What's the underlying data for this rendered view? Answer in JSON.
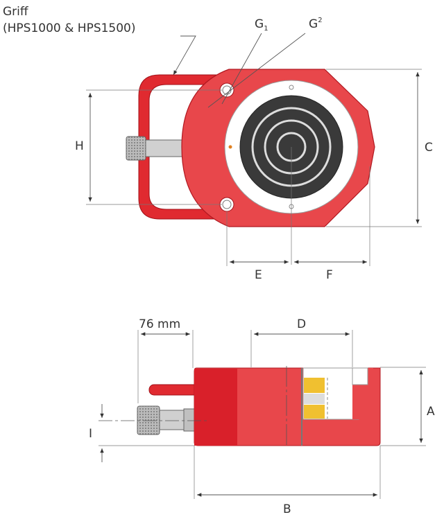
{
  "title": {
    "line1": "Griff",
    "line2": "(HPS1000 & HPS1500)"
  },
  "labels": {
    "g1": "G",
    "g1_sub": "1",
    "g2": "G",
    "g2_sup": "2",
    "H": "H",
    "C": "C",
    "E": "E",
    "F": "F",
    "D": "D",
    "A": "A",
    "B": "B",
    "I": "I",
    "width_76": "76 mm"
  },
  "colors": {
    "body": "#e8474b",
    "body_dark": "#d9202a",
    "ram": "#3a3a3a",
    "insert": "#f0c030",
    "steel": "#c8c8c8"
  }
}
